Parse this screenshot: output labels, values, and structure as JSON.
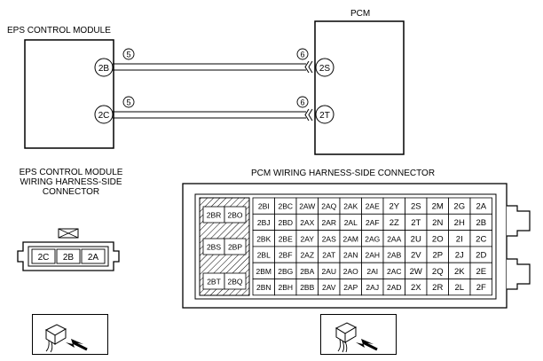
{
  "labels": {
    "eps_module": "EPS CONTROL MODULE",
    "pcm": "PCM",
    "eps_connector_title": [
      "EPS CONTROL MODULE",
      "WIRING HARNESS-SIDE",
      "CONNECTOR"
    ],
    "pcm_connector_title": "PCM WIRING HARNESS-SIDE CONNECTOR"
  },
  "wiring": {
    "wires": [
      {
        "eps_terminal": "2B",
        "eps_marker": "5",
        "pcm_terminal": "2S",
        "pcm_marker": "6"
      },
      {
        "eps_terminal": "2C",
        "eps_marker": "5",
        "pcm_terminal": "2T",
        "pcm_marker": "6"
      }
    ]
  },
  "eps_connector": {
    "terminals": [
      "2C",
      "2B",
      "2A"
    ]
  },
  "pcm_connector": {
    "left_block": [
      "2BR",
      "2BO",
      "2BS",
      "2BP",
      "2BT",
      "2BQ"
    ],
    "rows": [
      [
        "2BI",
        "2BC",
        "2AW",
        "2AQ",
        "2AK",
        "2AE",
        "2Y",
        "2S",
        "2M",
        "2G",
        "2A"
      ],
      [
        "2BJ",
        "2BD",
        "2AX",
        "2AR",
        "2AL",
        "2AF",
        "2Z",
        "2T",
        "2N",
        "2H",
        "2B"
      ],
      [
        "2BK",
        "2BE",
        "2AY",
        "2AS",
        "2AM",
        "2AG",
        "2AA",
        "2U",
        "2O",
        "2I",
        "2C"
      ],
      [
        "2BL",
        "2BF",
        "2AZ",
        "2AT",
        "2AN",
        "2AH",
        "2AB",
        "2V",
        "2P",
        "2J",
        "2D"
      ],
      [
        "2BM",
        "2BG",
        "2BA",
        "2AU",
        "2AO",
        "2AI",
        "2AC",
        "2W",
        "2Q",
        "2K",
        "2E"
      ],
      [
        "2BN",
        "2BH",
        "2BB",
        "2AV",
        "2AP",
        "2AJ",
        "2AD",
        "2X",
        "2R",
        "2L",
        "2F"
      ]
    ]
  },
  "icons": {
    "left_view_icon": "connector-view-icon",
    "right_view_icon": "connector-view-icon"
  }
}
